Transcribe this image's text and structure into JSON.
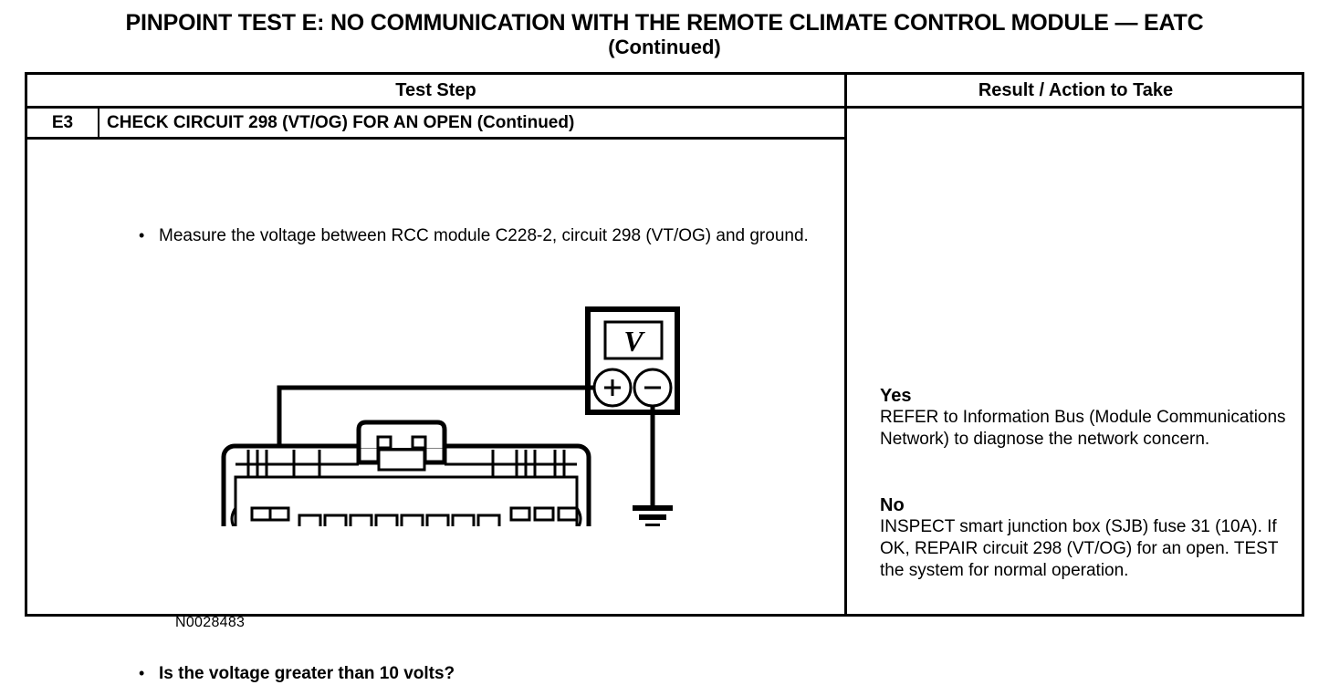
{
  "title": {
    "line1": "PINPOINT TEST E: NO COMMUNICATION WITH THE REMOTE CLIMATE CONTROL MODULE — EATC",
    "line2": "(Continued)"
  },
  "table": {
    "headers": {
      "test_step": "Test Step",
      "result_action": "Result / Action to Take"
    },
    "step": {
      "id": "E3",
      "title": "CHECK CIRCUIT 298 (VT/OG) FOR AN OPEN (Continued)",
      "bullets": [
        {
          "marker": "•",
          "text": "Measure the voltage between RCC module C228-2, circuit 298 (VT/OG) and ground."
        },
        {
          "marker": "•",
          "text": "Is the voltage greater than 10 volts?"
        }
      ],
      "figure_ref": "N0028483"
    },
    "results": [
      {
        "label": "Yes",
        "text": "REFER to Information Bus (Module Communications Network) to diagnose the network concern."
      },
      {
        "label": "No",
        "text": "INSPECT smart junction box (SJB) fuse 31 (10A). If OK, REPAIR circuit 298 (VT/OG) for an open. TEST the system for normal operation."
      }
    ]
  },
  "diagram": {
    "meter_display": "V",
    "positive_terminal": "+",
    "negative_terminal": "−"
  },
  "colors": {
    "ink": "#000000",
    "paper": "#ffffff"
  }
}
